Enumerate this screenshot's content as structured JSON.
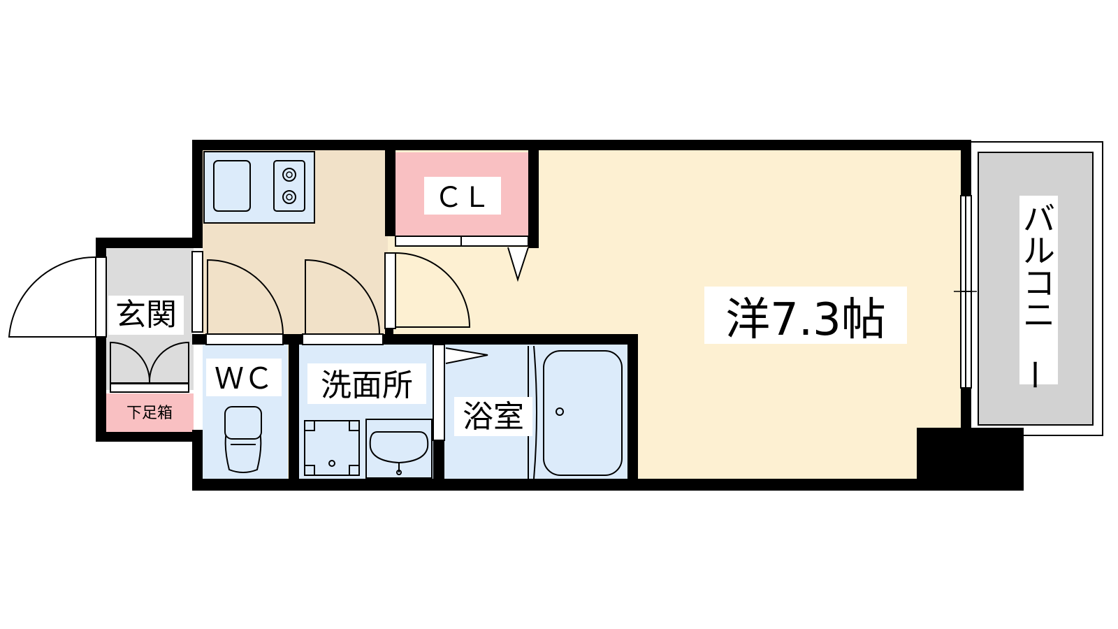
{
  "rooms": {
    "western": "洋7.3帖",
    "closet": "ＣＬ",
    "entrance": "玄関",
    "shoe_box": "下足箱",
    "toilet": "ＷＣ",
    "washroom": "洗面所",
    "bathroom": "浴室",
    "balcony": "バルコニー"
  },
  "colors": {
    "western_floor": "#fdf0d2",
    "kitchen_floor": "#f1e1c8",
    "wet_area": "#dcebfa",
    "closet": "#f9c0c2",
    "shoe_box": "#f9c0c2",
    "entrance_floor": "#dcdcdc",
    "balcony": "#d2d2d2",
    "wall": "#000000"
  }
}
